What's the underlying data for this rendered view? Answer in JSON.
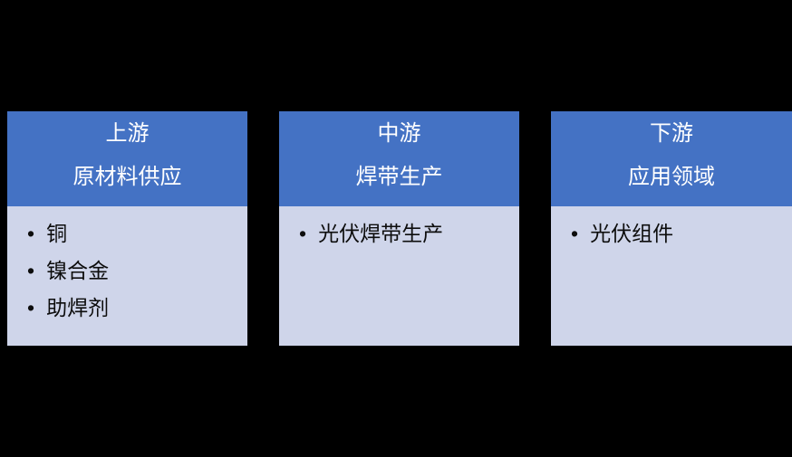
{
  "colors": {
    "canvas_bg": "#000000",
    "header_bg": "#4472C4",
    "header_text": "#FFFFFF",
    "body_bg": "#CFD5EA",
    "body_text": "#0D0D0D"
  },
  "diagram": {
    "type": "industry-chain-columns",
    "bullet_char": "•",
    "columns": [
      {
        "stage": "上游",
        "subtitle": "原材料供应",
        "items": [
          "铜",
          "镍合金",
          "助焊剂"
        ]
      },
      {
        "stage": "中游",
        "subtitle": "焊带生产",
        "items": [
          "光伏焊带生产"
        ]
      },
      {
        "stage": "下游",
        "subtitle": "应用领域",
        "items": [
          "光伏组件"
        ]
      }
    ]
  }
}
